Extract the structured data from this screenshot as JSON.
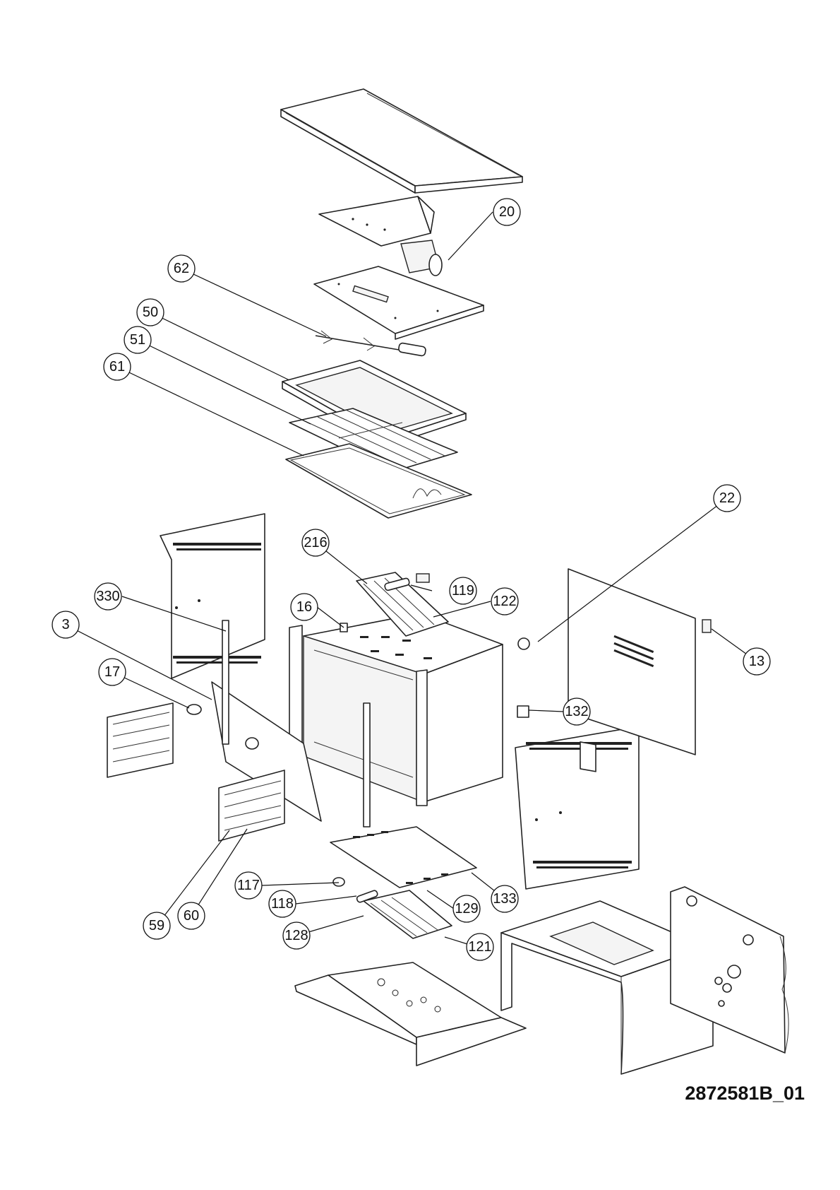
{
  "drawing_code": "2872581B_01",
  "callouts": [
    "20",
    "62",
    "50",
    "51",
    "61",
    "22",
    "216",
    "119",
    "122",
    "330",
    "16",
    "3",
    "17",
    "13",
    "132",
    "117",
    "118",
    "129",
    "133",
    "128",
    "121",
    "59",
    "60"
  ]
}
